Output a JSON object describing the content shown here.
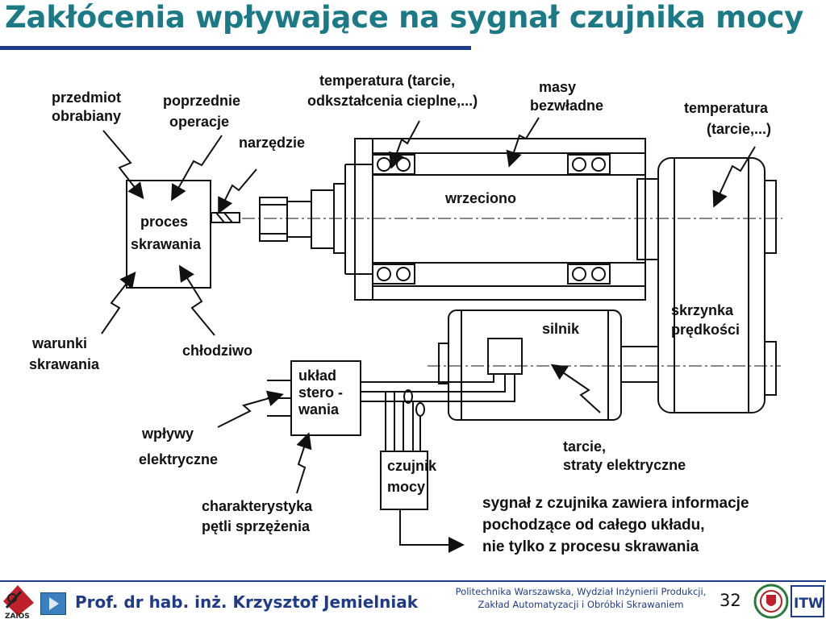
{
  "slide": {
    "title": "Zakłócenia wpływające na sygnał czujnika mocy",
    "page_number": "32",
    "accent_color": "#1b7a86",
    "footer_color": "#1f3b88"
  },
  "labels": {
    "przedmiot_1": "przedmiot",
    "przedmiot_2": "obrabiany",
    "poprzednie_1": "poprzednie",
    "poprzednie_2": "operacje",
    "narzedzie": "narzędzie",
    "temp1_1": "temperatura (tarcie,",
    "temp1_2": "odkształcenia cieplne,...)",
    "masy_1": "masy",
    "masy_2": "bezwładne",
    "temp2_1": "temperatura",
    "temp2_2": "(tarcie,...)",
    "proces_1": "proces",
    "proces_2": "skrawania",
    "wrzeciono": "wrzeciono",
    "skrzynka_1": "skrzynka",
    "skrzynka_2": "prędkości",
    "silnik": "silnik",
    "warunki_1": "warunki",
    "warunki_2": "skrawania",
    "chlodziwo": "chłodziwo",
    "uklad_1": "układ",
    "uklad_2": "stero -",
    "uklad_3": "wania",
    "wplywy_1": "wpływy",
    "wplywy_2": "elektryczne",
    "tarcie_1": "tarcie,",
    "tarcie_2": "straty elektryczne",
    "czujnik_1": "czujnik",
    "czujnik_2": "mocy",
    "charakt_1": "charakterystyka",
    "charakt_2": "pętli sprzężenia",
    "sygnal_1": "sygnał z czujnika zawiera informacje",
    "sygnal_2": "pochodzące od całego układu,",
    "sygnal_3": "nie tylko z procesu skrawania"
  },
  "footer": {
    "author": "Prof. dr hab. inż. Krzysztof Jemielniak",
    "institution_line1": "Politechnika Warszawska, Wydział Inżynierii Produkcji,",
    "institution_line2": "Zakład Automatyzacji i Obróbki Skrawaniem",
    "logo_left_text": "ZAiOS",
    "logo_right_text": "ITW"
  },
  "icons": {
    "nav": "play-arrow-icon",
    "logo_left": "zaios-logo-icon",
    "logo_center": "university-seal-icon",
    "logo_right": "itw-logo-icon"
  }
}
